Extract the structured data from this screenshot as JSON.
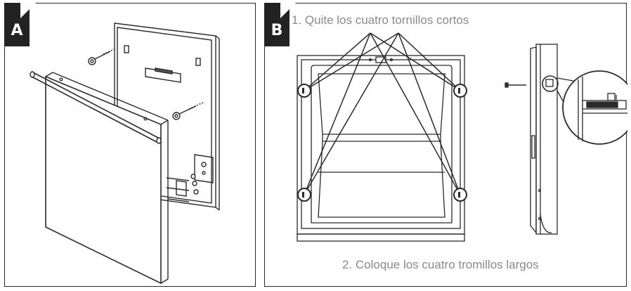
{
  "panels": {
    "a": {
      "label": "A"
    },
    "b": {
      "label": "B",
      "step1": "1. Quite los cuatro tornillos cortos",
      "step2": "2. Coloque los cuatro tromillos largos"
    }
  },
  "colors": {
    "line": "#2a2a2a",
    "tab": "#222222",
    "caption": "#8a8a8a"
  }
}
